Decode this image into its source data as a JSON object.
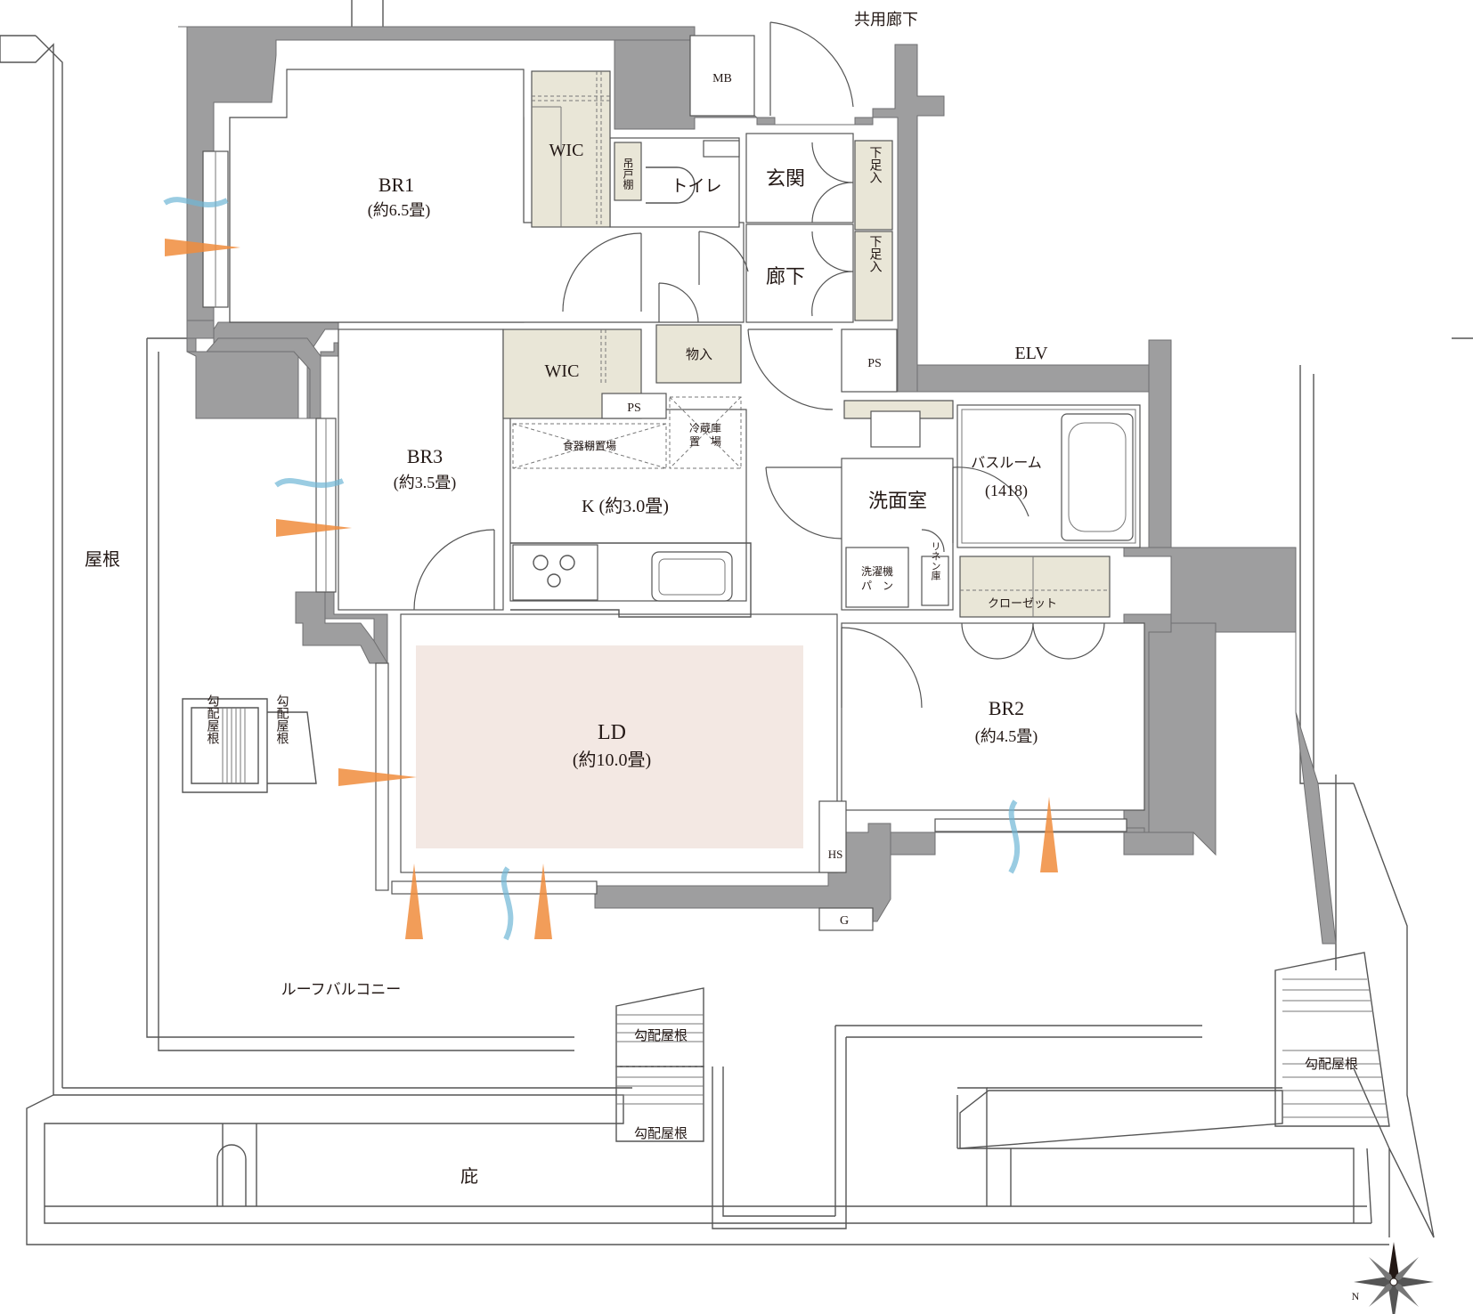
{
  "colors": {
    "wall": "#9e9e9f",
    "storage": "#e9e6d7",
    "living_highlight": "#f3e8e3",
    "arrow_orange": "#f08c3c",
    "wind_blue": "#6fb7d6"
  },
  "labels": {
    "common_corridor": "共用廊下",
    "mb": "MB",
    "br1": "BR1",
    "br1_size": "(約6.5畳)",
    "wic1": "WIC",
    "hanging_shelf": "吊戸棚",
    "toilet": "トイレ",
    "entrance": "玄関",
    "shoe_1": "下足入",
    "shoe_2": "下足入",
    "hallway": "廊下",
    "storage": "物入",
    "ps_hall": "PS",
    "elv": "ELV",
    "wic3": "WIC",
    "ps_kitchen": "PS",
    "dish_shelf": "食器棚置場",
    "fridge_1": "冷蔵庫",
    "fridge_2": "置　場",
    "br3": "BR3",
    "br3_size": "(約3.5畳)",
    "kitchen": "K (約3.0畳)",
    "washroom": "洗面室",
    "bathroom": "バスルーム",
    "bathroom_size": "(1418)",
    "washer_1": "洗濯機",
    "washer_2": "パ　ン",
    "linen": "リネン庫",
    "closet": "クローゼット",
    "roof": "屋根",
    "slope_roof_v1": "勾配屋根",
    "slope_roof_v2": "勾配屋根",
    "ld": "LD",
    "ld_size": "(約10.0畳)",
    "br2": "BR2",
    "br2_size": "(約4.5畳)",
    "hs": "HS",
    "g": "G",
    "roof_balcony": "ルーフバルコニー",
    "slope_roof_1": "勾配屋根",
    "slope_roof_2": "勾配屋根",
    "slope_roof_3": "勾配屋根",
    "eaves": "庇",
    "north": "N"
  }
}
